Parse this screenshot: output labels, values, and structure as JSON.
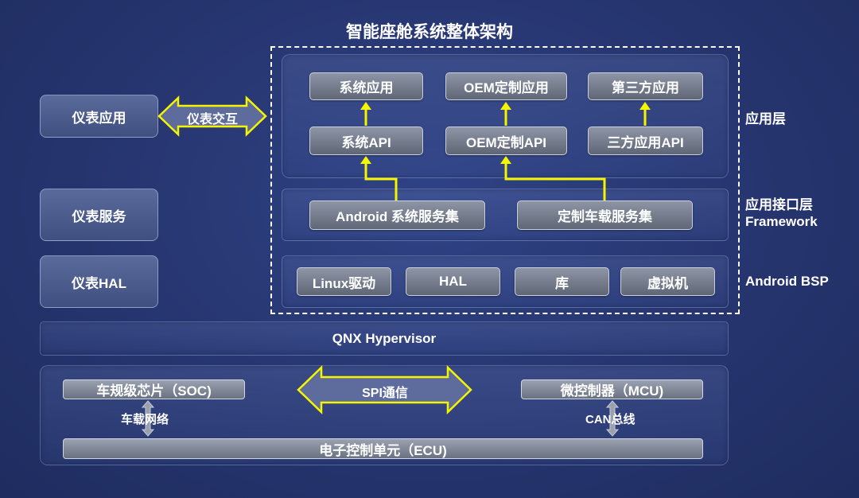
{
  "title": "智能座舱系统整体架构",
  "left": {
    "cluster_app": "仪表应用",
    "cluster_service": "仪表服务",
    "cluster_hal": "仪表HAL",
    "interaction_arrow": "仪表交互"
  },
  "app_layer": {
    "label": "应用层",
    "apps": [
      "系统应用",
      "OEM定制应用",
      "第三方应用"
    ],
    "apis": [
      "系统API",
      "OEM定制API",
      "三方应用API"
    ]
  },
  "framework_layer": {
    "label_line1": "应用接口层",
    "label_line2": "Framework",
    "services": [
      "Android 系统服务集",
      "定制车载服务集"
    ]
  },
  "bsp_layer": {
    "label": "Android BSP",
    "items": [
      "Linux驱动",
      "HAL",
      "库",
      "虚拟机"
    ]
  },
  "hypervisor": "QNX Hypervisor",
  "hardware": {
    "soc": "车规级芯片（SOC)",
    "mcu": "微控制器（MCU)",
    "spi": "SPI通信",
    "vehicle_network": "车载网络",
    "can_bus": "CAN总线",
    "ecu": "电子控制单元（ECU)"
  },
  "colors": {
    "background": "#26356f",
    "arrow_yellow": "#f5f500",
    "connector_gray": "#9aa0ad"
  }
}
